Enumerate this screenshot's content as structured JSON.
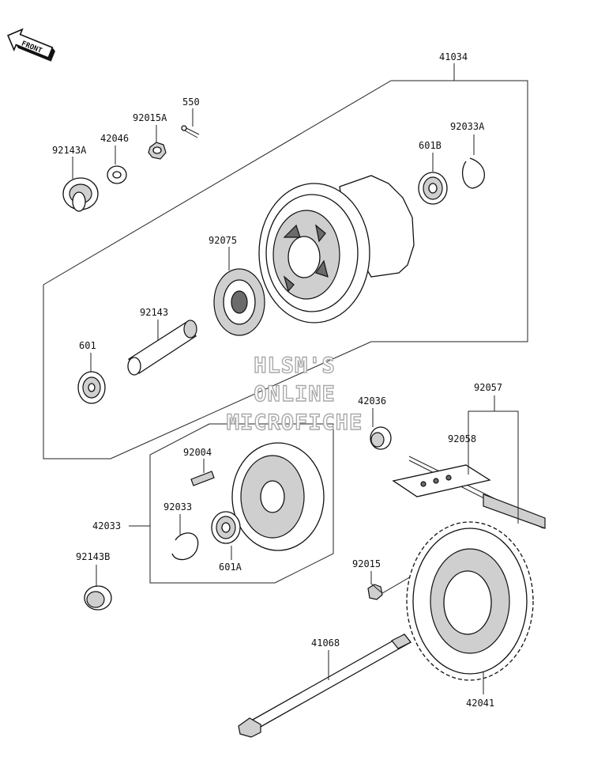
{
  "front_badge": "FRONT",
  "watermark": [
    "HLSM'S",
    "ONLINE",
    "MICROFICHE"
  ],
  "callouts": {
    "c41034": "41034",
    "c550": "550",
    "c92015A": "92015A",
    "c42046": "42046",
    "c92143A": "92143A",
    "c92033A": "92033A",
    "c601B": "601B",
    "c92075": "92075",
    "c92143": "92143",
    "c601": "601",
    "c42036": "42036",
    "c92057": "92057",
    "c92058": "92058",
    "c92004": "92004",
    "c92033": "92033",
    "c42033": "42033",
    "c601A": "601A",
    "c92143B": "92143B",
    "c92015": "92015",
    "c41068": "41068",
    "c42041": "42041"
  }
}
